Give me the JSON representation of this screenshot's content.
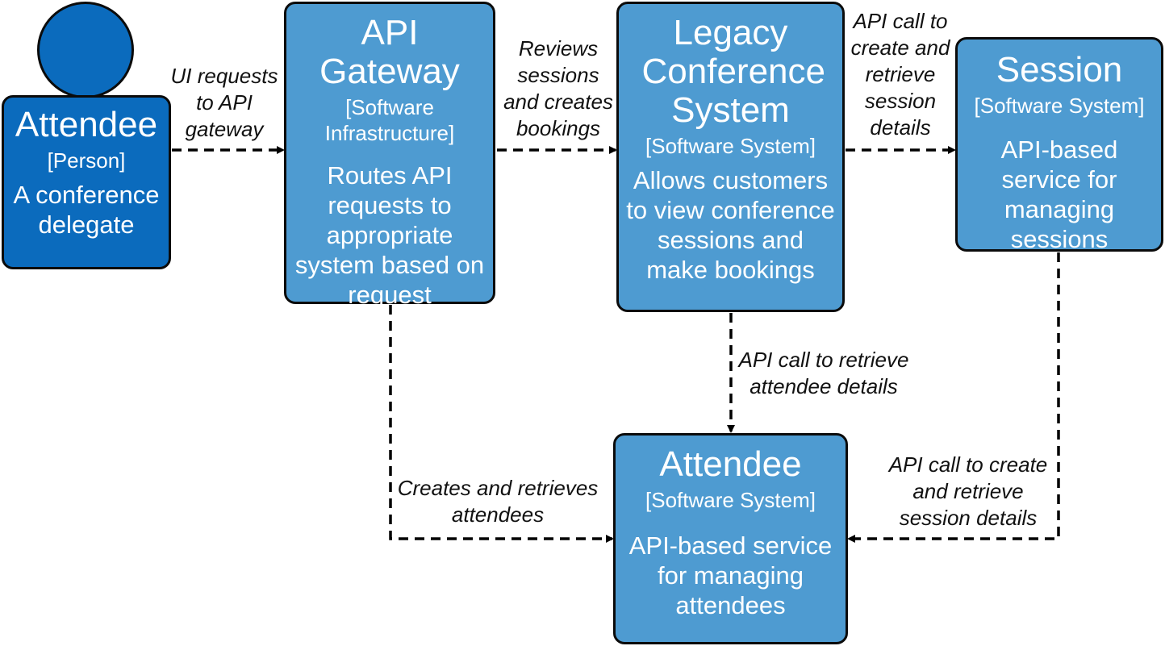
{
  "nodes": {
    "attendee_person": {
      "title": "Attendee",
      "type": "[Person]",
      "description": "A conference delegate"
    },
    "api_gateway": {
      "title": "API Gateway",
      "type": "[Software Infrastructure]",
      "description": "Routes API requests to appropriate system based on request"
    },
    "legacy_conference": {
      "title": "Legacy Conference System",
      "type": "[Software System]",
      "description": "Allows customers to view conference sessions and make bookings"
    },
    "session": {
      "title": "Session",
      "type": "[Software System]",
      "description": "API-based service for managing sessions"
    },
    "attendee_system": {
      "title": "Attendee",
      "type": "[Software System]",
      "description": "API-based service for managing attendees"
    }
  },
  "edges": {
    "ui_requests": "UI requests\nto API\ngateway",
    "reviews_sessions": "Reviews\nsessions\nand creates\nbookings",
    "legacy_to_session": "API call to\ncreate and\nretrieve\nsession\ndetails",
    "legacy_to_attendee": "API call to retrieve\nattendee details",
    "gateway_to_attendee": "Creates and retrieves\nattendees",
    "session_to_attendee": "API call to create\nand retrieve\nsession details"
  },
  "colors": {
    "person_fill": "#0b6bbd",
    "system_fill": "#4e9bd1",
    "border": "#0b0b0b",
    "text": "#ffffff"
  }
}
